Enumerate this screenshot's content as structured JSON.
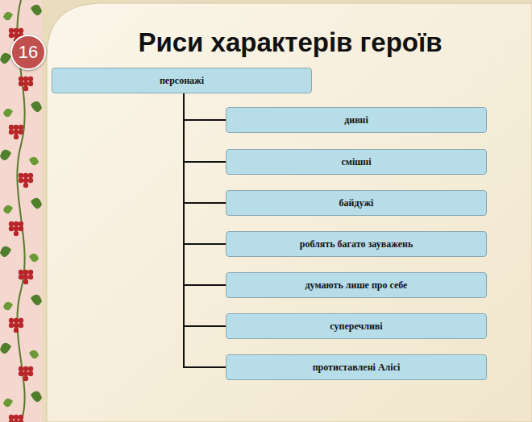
{
  "diagram": {
    "title": "Риси характерів героїв",
    "nodes": [
      {
        "text": [
          "персонажі"
        ]
      },
      {
        "text": [
          "дивні"
        ]
      },
      {
        "text": [
          "смішні"
        ]
      },
      {
        "text": [
          "байдужі"
        ]
      },
      {
        "text": [
          "роблять багато зауважень"
        ]
      },
      {
        "text": [
          "думають лише про себе"
        ]
      },
      {
        "text": [
          "суперечливі"
        ]
      },
      {
        "text": [
          "протиставлені Алісі"
        ]
      }
    ],
    "edges": [
      {
        "from": 0,
        "to": 1,
        "arrow": "none"
      },
      {
        "from": 0,
        "to": 2,
        "arrow": "none"
      },
      {
        "from": 0,
        "to": 3,
        "arrow": "none"
      },
      {
        "from": 0,
        "to": 4,
        "arrow": "none"
      },
      {
        "from": 0,
        "to": 5,
        "arrow": "none"
      },
      {
        "from": 0,
        "to": 6,
        "arrow": "none"
      },
      {
        "from": 0,
        "to": 7,
        "arrow": "none"
      }
    ],
    "labels": [
      "16"
    ]
  }
}
